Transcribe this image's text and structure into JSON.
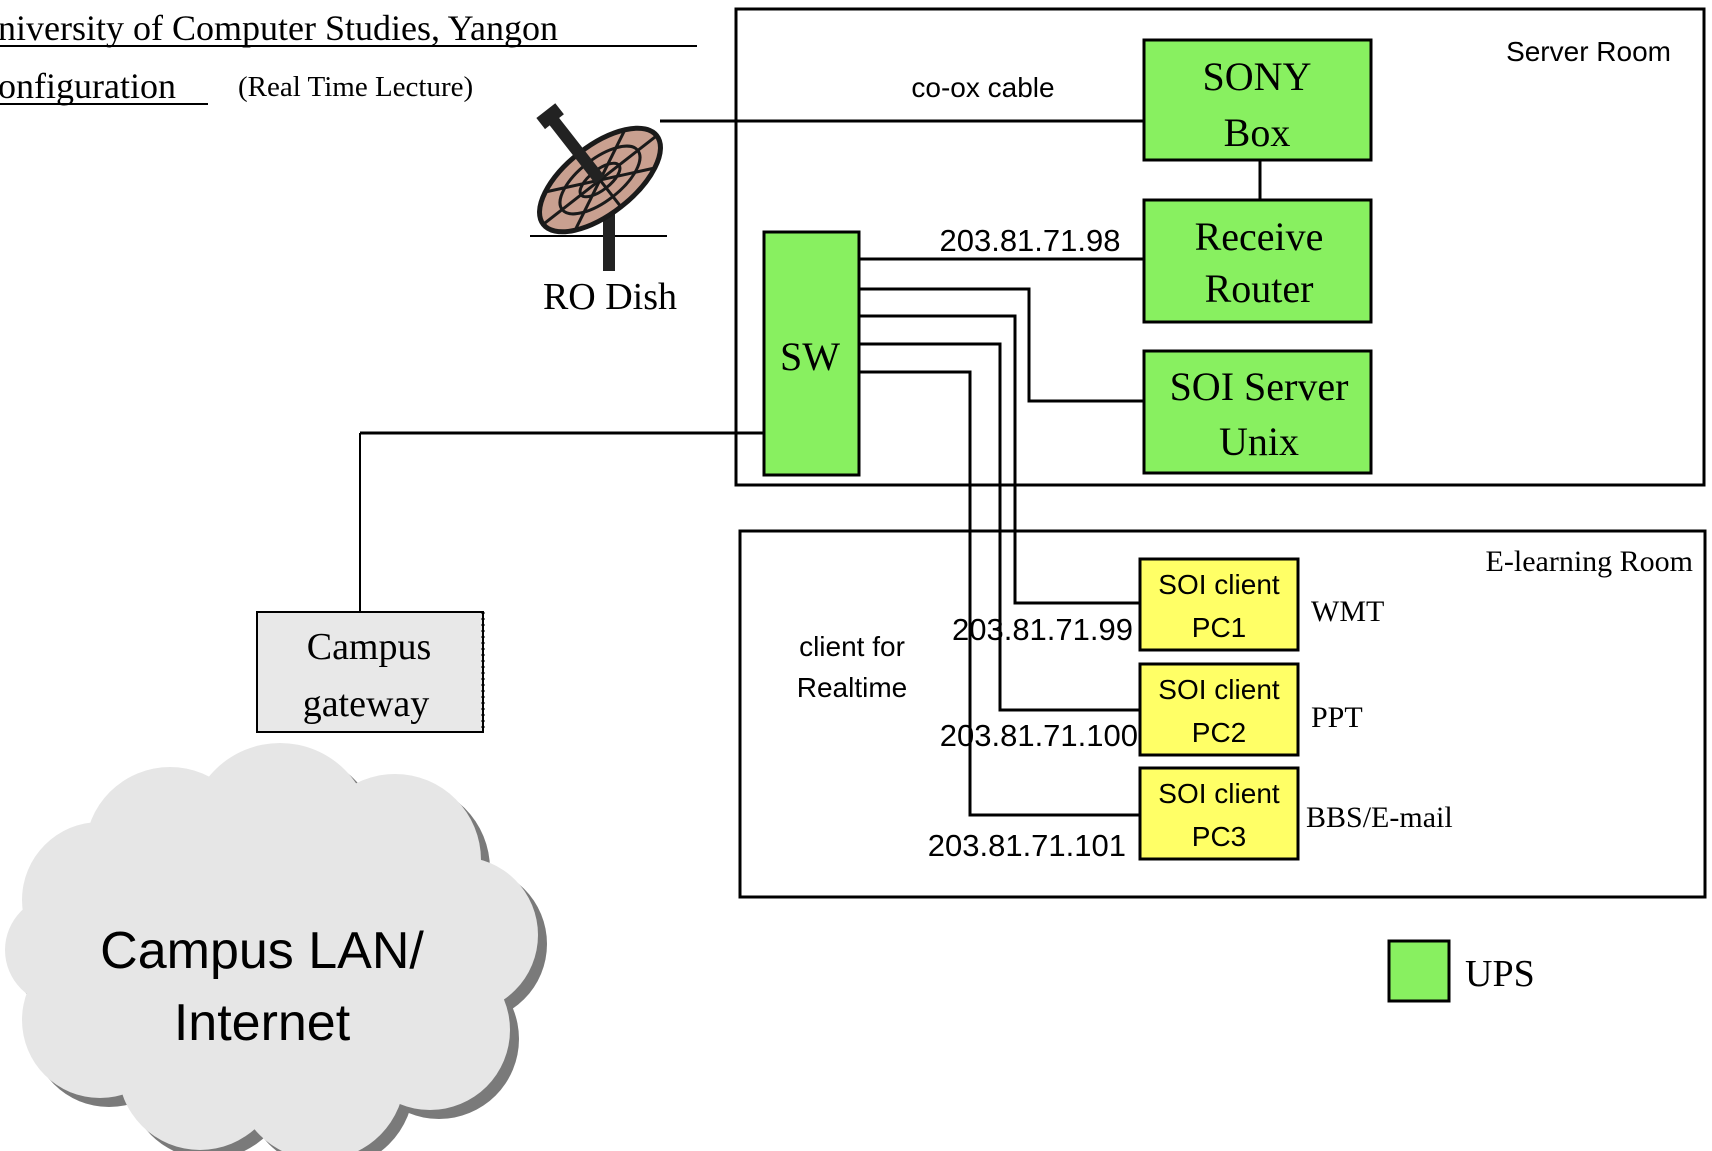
{
  "header": {
    "title_line1": "niversity of Computer Studies, Yangon",
    "title_line2": "onfiguration",
    "title_note": "(Real Time Lecture)"
  },
  "server_room": {
    "label": "Server Room",
    "coax_label": "co-ox cable",
    "sony_box": [
      "SONY",
      "Box"
    ],
    "receive_router": [
      "Receive",
      "Router"
    ],
    "router_ip": "203.81.71.98",
    "soi_server": [
      "SOI Server",
      "Unix"
    ],
    "switch_label": "SW"
  },
  "dish": {
    "label": "RO Dish",
    "icon": "satellite-dish-icon"
  },
  "elearning_room": {
    "label": "E-learning Room",
    "client_note": [
      "client for",
      "Realtime"
    ],
    "clients": [
      {
        "line1": "SOI client",
        "line2": "PC1",
        "role": "WMT",
        "ip": "203.81.71.99"
      },
      {
        "line1": "SOI client",
        "line2": "PC2",
        "role": "PPT",
        "ip": "203.81.71.100"
      },
      {
        "line1": "SOI client",
        "line2": "PC3",
        "role": "BBS/E-mail",
        "ip": "203.81.71.101"
      }
    ]
  },
  "gateway": [
    "Campus",
    "gateway"
  ],
  "cloud": {
    "lines": [
      "Campus LAN/",
      "Internet"
    ],
    "icon": "cloud-icon"
  },
  "legend": {
    "label": "UPS"
  },
  "colors": {
    "ups_green": "#88f060",
    "client_yellow": "#ffff66",
    "gateway_gray": "#e8e8e8",
    "cloud_gray": "#e6e6e6",
    "line": "#000000"
  }
}
